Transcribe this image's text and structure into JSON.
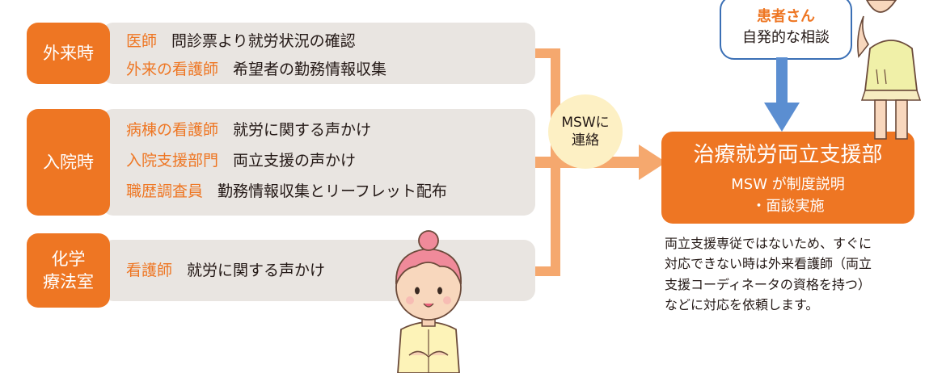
{
  "rows": [
    {
      "tag": [
        "外来時"
      ],
      "lines": [
        {
          "role": "医師",
          "action": "問診票より就労状況の確認"
        },
        {
          "role": "外来の看護師",
          "action": "希望者の勤務情報収集"
        }
      ]
    },
    {
      "tag": [
        "入院時"
      ],
      "lines": [
        {
          "role": "病棟の看護師",
          "action": "就労に関する声かけ"
        },
        {
          "role": "入院支援部門",
          "action": "両立支援の声かけ"
        },
        {
          "role": "職歴調査員",
          "action": "勤務情報収集とリーフレット配布"
        }
      ]
    },
    {
      "tag": [
        "化学",
        "療法室"
      ],
      "lines": [
        {
          "role": "看護師",
          "action": "就労に関する声かけ"
        }
      ]
    }
  ],
  "contact_bubble": {
    "line1": "MSWに",
    "line2": "連絡"
  },
  "patient": {
    "who": "患者さん",
    "what": "自発的な相談"
  },
  "support_dept": {
    "title": "治療就労両立支援部",
    "line1": "MSW が制度説明",
    "line2": "・面談実施"
  },
  "note_lines": [
    "両立支援専従ではないため、すぐに",
    "対応できない時は外来看護師（両立",
    "支援コーディネータの資格を持つ）",
    "などに対応を依頼します。"
  ],
  "colors": {
    "accent": "#ee7623",
    "row_bg": "#e9e5e1",
    "connector": "#f5a86e",
    "patient_border": "#3a6fb5",
    "arrow_blue": "#5b8ed1",
    "bubble": "#fdf0c4"
  }
}
